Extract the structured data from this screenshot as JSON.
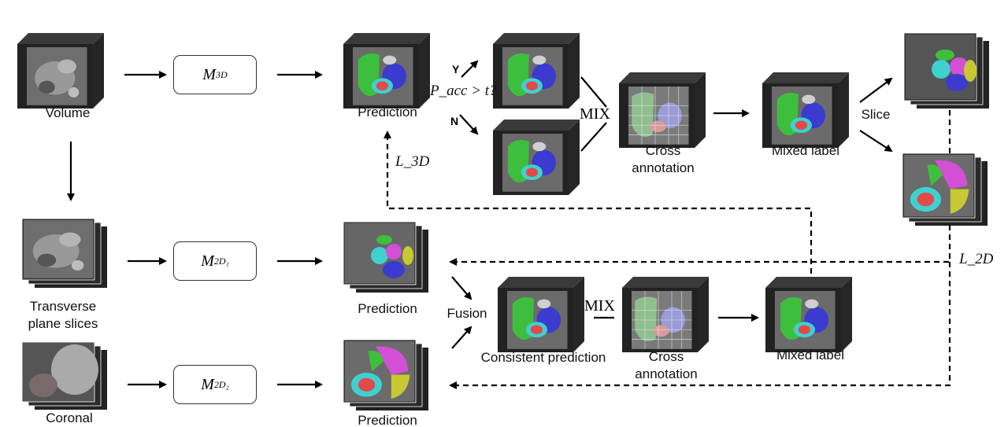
{
  "labels": {
    "volume": "Volume",
    "transverse_line1": "Transverse",
    "transverse_line2": "plane slices",
    "coronal": "Coronal",
    "prediction": "Prediction",
    "cross_annotation_line1": "Cross",
    "cross_annotation_line2": "annotation",
    "mixed_label": "Mixed label",
    "consistent_prediction": "Consistent prediction",
    "fusion": "Fusion",
    "slice": "Slice",
    "mix": "MIX",
    "yes": "Y",
    "no": "N"
  },
  "models": {
    "m3d": "M",
    "m3d_sub": "3D",
    "m2d1": "M",
    "m2d1_sub": "2D₁",
    "m2d2": "M",
    "m2d2_sub": "2D₂"
  },
  "math": {
    "condition": "P_acc > t?",
    "loss_3d": "L_3D",
    "loss_2d": "L_2D"
  },
  "colors": {
    "ct_gray": "#707070",
    "cube_side": "#2b2b2b",
    "green_seg": "#3dbf3d",
    "blue_seg": "#3b3bd0",
    "red_seg": "#e24a4a",
    "cyan_seg": "#3fd0d0",
    "magenta_seg": "#d34fd3",
    "yellow_seg": "#c8c832"
  }
}
